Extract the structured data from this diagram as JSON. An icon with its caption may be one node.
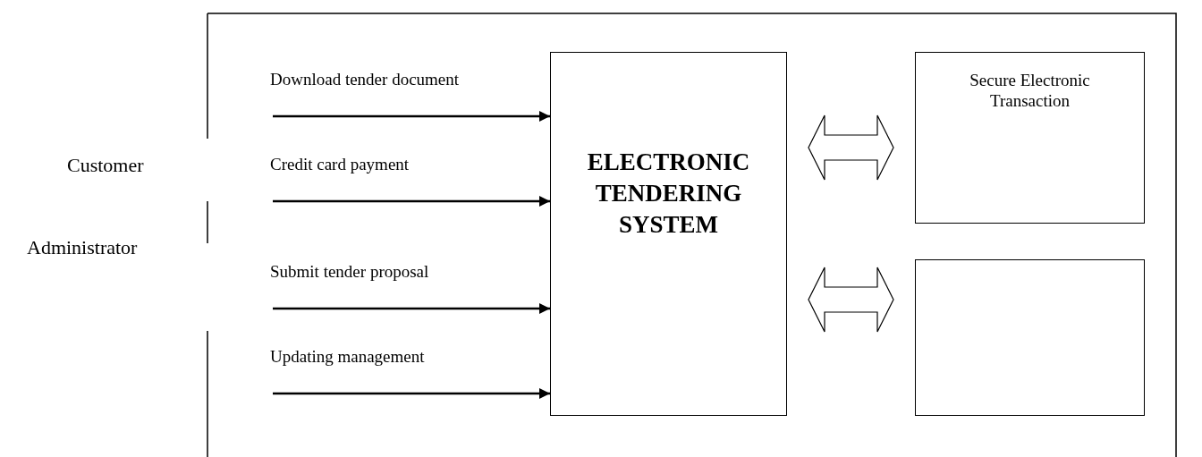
{
  "diagram": {
    "nodes": [
      {
        "text": [
          "ELECTRONIC TENDERING SYSTEM"
        ]
      },
      {
        "text": [
          "Secure Electronic Transaction"
        ]
      },
      {
        "text": [],
        "shape": "box"
      }
    ],
    "edges": [
      {
        "from": null,
        "to": 0,
        "arrow": "to",
        "label": "Download tender document"
      },
      {
        "from": null,
        "to": 0,
        "arrow": "to",
        "label": "Credit card payment"
      },
      {
        "from": null,
        "to": 0,
        "arrow": "to",
        "label": "Submit tender proposal"
      },
      {
        "from": null,
        "to": 0,
        "arrow": "to",
        "label": "Updating management"
      },
      {
        "from": 0,
        "to": 1,
        "arrow": "both"
      },
      {
        "from": 0,
        "to": 2,
        "arrow": "both"
      }
    ],
    "labels": [
      "Customer",
      "Administrator"
    ]
  }
}
